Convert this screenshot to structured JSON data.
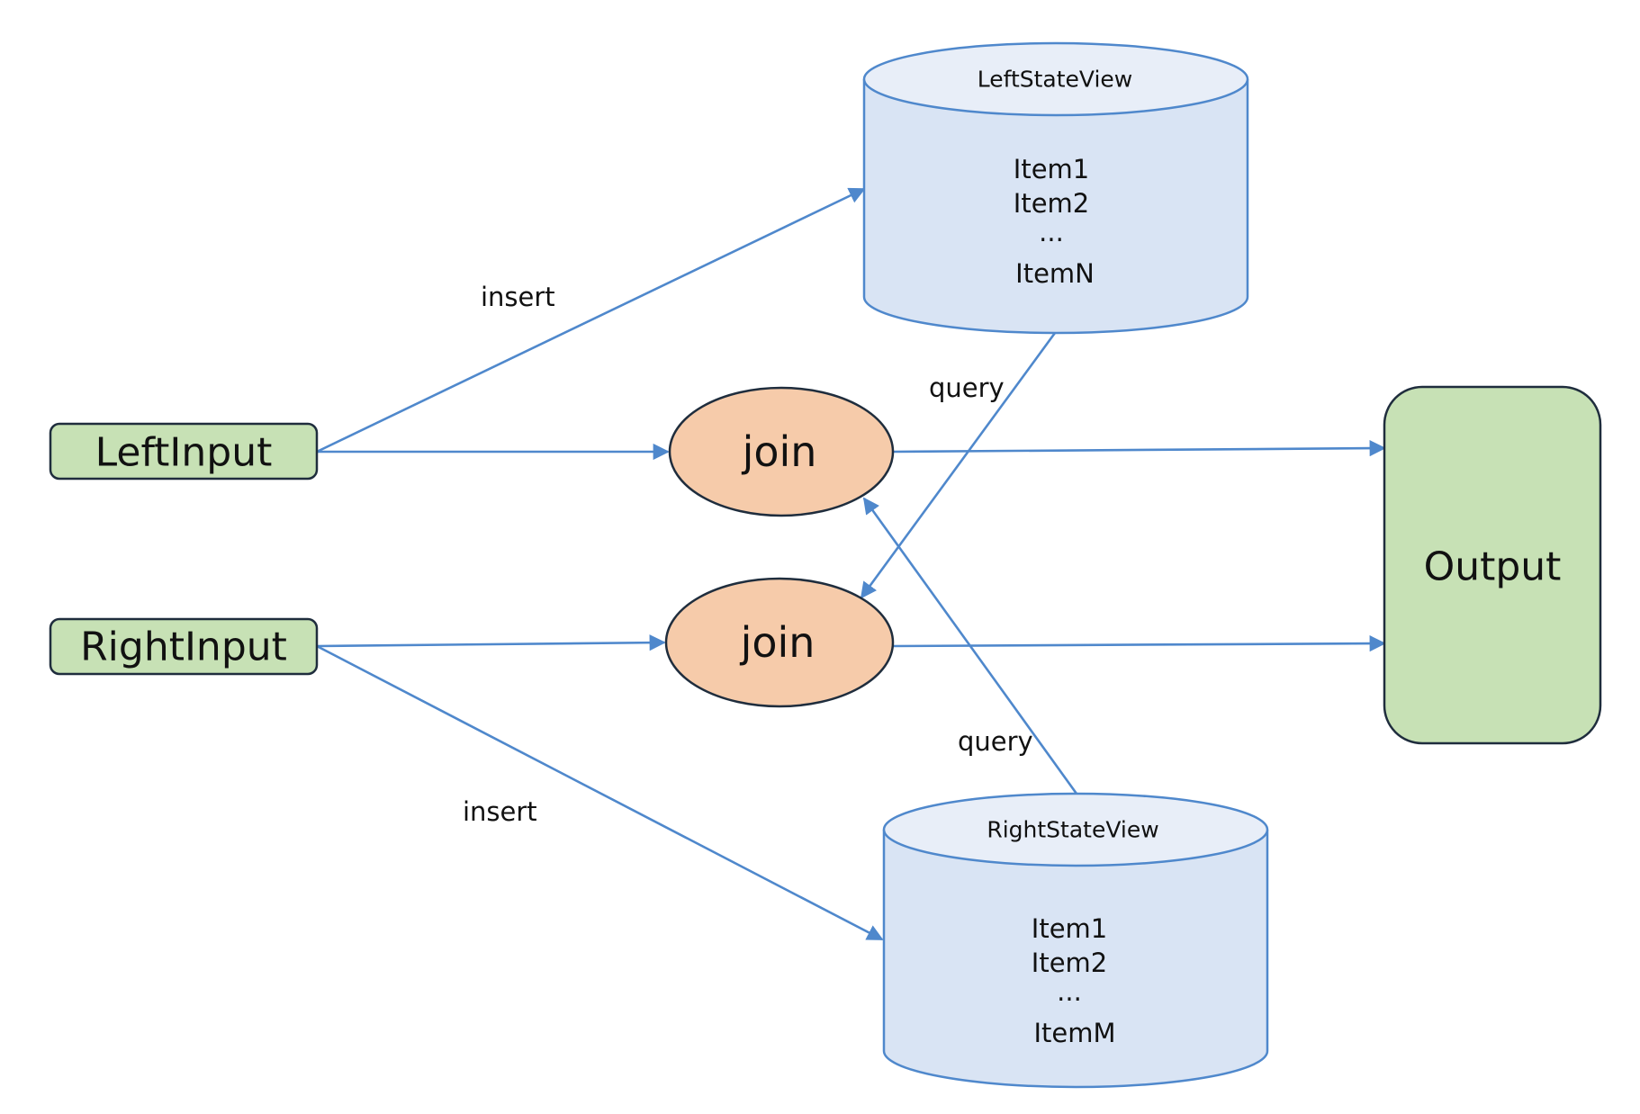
{
  "colors": {
    "input_fill": "#c7e1b5",
    "input_stroke": "#1f2d3d",
    "join_fill": "#f6cbaa",
    "join_stroke": "#1f2d3d",
    "db_fill": "#d9e4f4",
    "db_stroke": "#4f88cc",
    "edge": "#4f88cc"
  },
  "nodes": {
    "left_input": {
      "label": "LeftInput"
    },
    "right_input": {
      "label": "RightInput"
    },
    "join_top": {
      "label": "join"
    },
    "join_bottom": {
      "label": "join"
    },
    "output": {
      "label": "Output"
    },
    "left_state_view": {
      "title": "LeftStateView",
      "items": [
        "Item1",
        "Item2",
        "...",
        "ItemN"
      ]
    },
    "right_state_view": {
      "title": "RightStateView",
      "items": [
        "Item1",
        "Item2",
        "...",
        "ItemM"
      ]
    }
  },
  "edge_labels": {
    "insert_left": "insert",
    "insert_right": "insert",
    "query_left": "query",
    "query_right": "query"
  }
}
